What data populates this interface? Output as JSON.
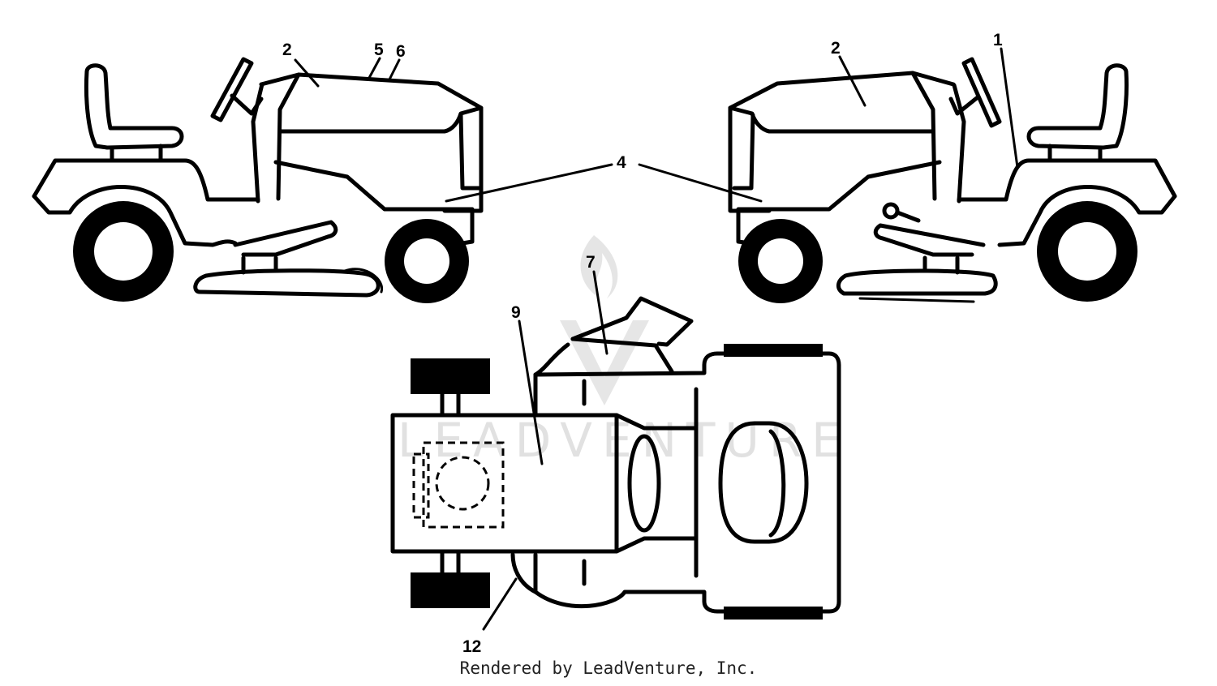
{
  "callouts": {
    "left_view": [
      "2",
      "5",
      "6"
    ],
    "right_view": [
      "2",
      "1"
    ],
    "shared": "4",
    "top_view": [
      "7",
      "9",
      "12"
    ]
  },
  "watermark": "LEADVENTURE",
  "credit": "Rendered by LeadVenture, Inc."
}
